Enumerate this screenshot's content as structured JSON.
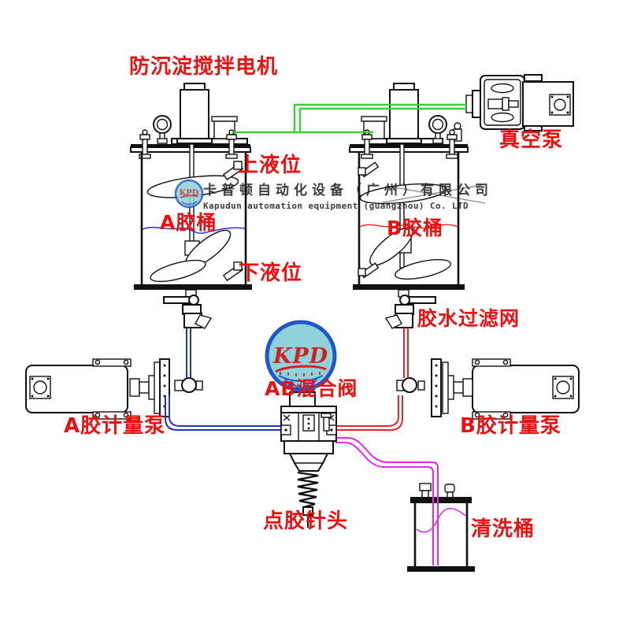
{
  "labels": {
    "stir_motor": "防沉淀搅拌电机",
    "vacuum_pump": "真空泵",
    "upper_level": "上液位",
    "tank_a": "A胶桶",
    "tank_b": "B胶桶",
    "lower_level": "下液位",
    "glue_filter": "胶水过滤网",
    "mixing_valve": "AB混合阀",
    "pump_a": "A胶计量泵",
    "pump_b": "B胶计量泵",
    "needle": "点胶针头",
    "wash_bucket": "清洗桶"
  },
  "watermark": {
    "company_cn": "卡普顿自动化设备（广州）有限公司",
    "company_en": "Kapudun automation equipment (guangzhou) Co. LTD"
  },
  "logo": {
    "text": "KPD"
  },
  "colors": {
    "label_red": "#ee1010",
    "pipe_green": "#3ecc3e",
    "pipe_blue": "#2433c0",
    "pipe_red": "#ee2222",
    "pipe_magenta": "#ee22ee",
    "line_black": "#111111",
    "logo_ring": "#2256c8",
    "logo_fill": "#8fd2da",
    "logo_red": "#cc2222"
  }
}
